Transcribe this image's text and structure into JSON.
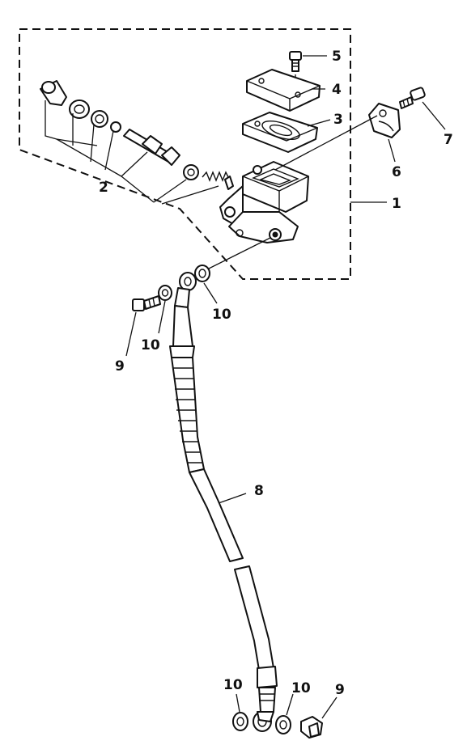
{
  "colors": {
    "line": "#111111",
    "background": "#ffffff"
  },
  "callouts": {
    "c1": "1",
    "c2": "2",
    "c3": "3",
    "c4": "4",
    "c5": "5",
    "c6": "6",
    "c7": "7",
    "c8": "8",
    "c9_top": "9",
    "c10_upper_right": "10",
    "c10_upper_left": "10",
    "c10_bottom_left": "10",
    "c10_bottom_right": "10",
    "c9_bottom": "9"
  }
}
